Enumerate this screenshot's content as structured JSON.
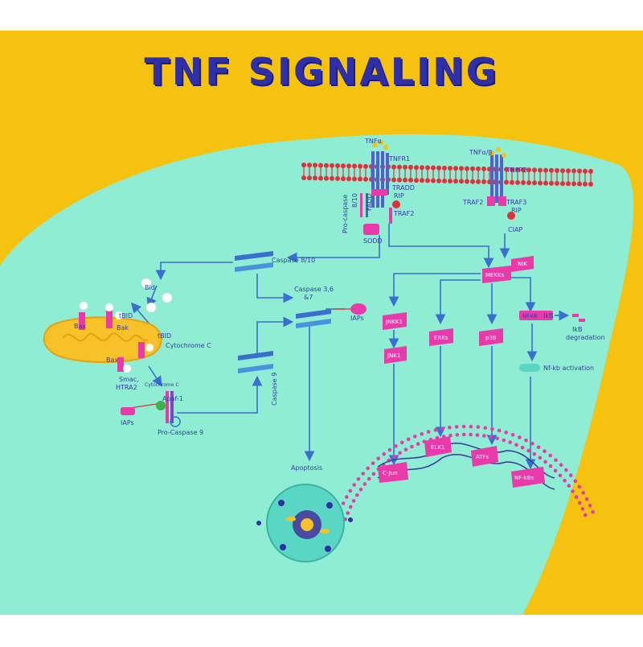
{
  "title": "TNF SIGNALING",
  "colors": {
    "background_outer": "#f5c210",
    "cell_fill": "#8eedd2",
    "membrane": "#e0303c",
    "receptor": "#5560c8",
    "enzyme": "#e83aa8",
    "arrow": "#3a6fd0",
    "text": "#3a3aa8",
    "mitochondrion": "#f7c12a",
    "title": "#2f2fa8"
  },
  "labels": {
    "tnf_a": "TNFα",
    "tnfr1": "TNFR1",
    "tradd": "TRADD",
    "rip_1": "RIP",
    "traf2_left": "TRAF2",
    "fadd": "FADD",
    "pro_caspase": "Pro-caspase",
    "caspase_810_small": "8/10",
    "sodd": "SODD",
    "tnf_ab": "TNFα/β",
    "tnfr2": "TNFR2",
    "traf2_right": "TRAF2",
    "traf3": "TRAF3",
    "rip_2": "RIP",
    "ciap": "CIAP",
    "caspase_810": "Caspase 8/10",
    "caspase_36": "Caspase 3,6",
    "caspase_36_b": "&7",
    "iaps_right": "IAPs",
    "caspase_9": "Caspase 9",
    "bid": "Bid",
    "tbid_1": "tBID",
    "bax_1": "Bax",
    "bak": "Bak",
    "tbid_2": "tBID",
    "cytochrome_c": "Cytochrome C",
    "bax_2": "Bax",
    "smac": "Smac,",
    "htra2": "HTRA2",
    "cytochrome_c_small": "Cytochrome C",
    "apaf1": "Apaf-1",
    "iaps_left": "IAPs",
    "pro_caspase_9": "Pro-Caspase 9",
    "apoptosis": "Apoptosis",
    "nik": "NIK",
    "mekks": "MEKKs",
    "jnkk1": "JNKK1",
    "jnk1": "JNK1",
    "erks": "ERKs",
    "p38": "p38",
    "nfkb": "Nf-kB",
    "ikb": "IkB",
    "ikb_degradation_1": "IkB",
    "ikb_degradation_2": "degradation",
    "nfkb_activation": "Nf-kb activation",
    "elk1": "ELK1",
    "atfs": "ATFs",
    "cjun": "C-Jun",
    "nfkbs": "NF-kBs"
  }
}
